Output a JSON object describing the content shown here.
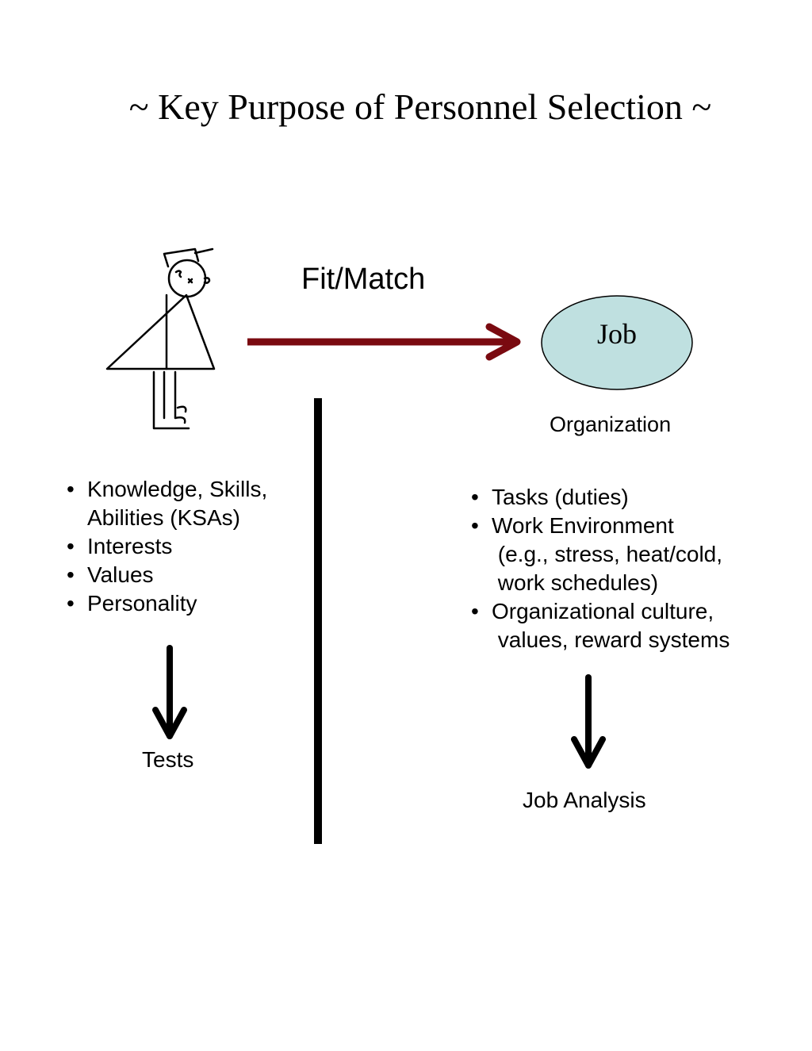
{
  "title": "~ Key Purpose of Personnel Selection ~",
  "fit_label": "Fit/Match",
  "job": {
    "label": "Job",
    "fill_color": "#bfe0e0",
    "organization_label": "Organization",
    "items": [
      "Tasks (duties)",
      "Work Environment\n (e.g., stress, heat/cold,\n work schedules)",
      "Organizational culture,\n values, reward systems"
    ],
    "result_label": "Job Analysis"
  },
  "person": {
    "items": [
      "Knowledge, Skills,\nAbilities (KSAs)",
      "Interests",
      "Values",
      "Personality"
    ],
    "result_label": "Tests"
  },
  "colors": {
    "fit_arrow": "#7a0a10",
    "divider": "#000000"
  },
  "icons": {
    "person": "stick-figure-person-icon"
  },
  "bullet_symbol": "•"
}
